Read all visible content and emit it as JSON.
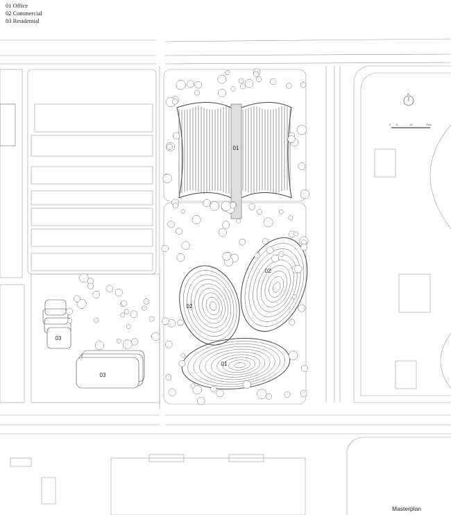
{
  "legend": {
    "items": [
      {
        "label": "01 Office"
      },
      {
        "label": "02 Commercial"
      },
      {
        "label": "03 Residential"
      }
    ]
  },
  "buildings": {
    "office_north": "01",
    "office_south": "01",
    "commercial_west": "02",
    "commercial_east": "02",
    "residential_small": "03",
    "residential_large": "03"
  },
  "north_arrow": {
    "label": "N"
  },
  "scale_bar": {
    "labels": [
      "0",
      "5",
      "10",
      "20m"
    ]
  },
  "caption": "Masterplan",
  "colors": {
    "line": "#888888",
    "building": "#555555",
    "tree": "#666666",
    "background": "#ffffff"
  }
}
